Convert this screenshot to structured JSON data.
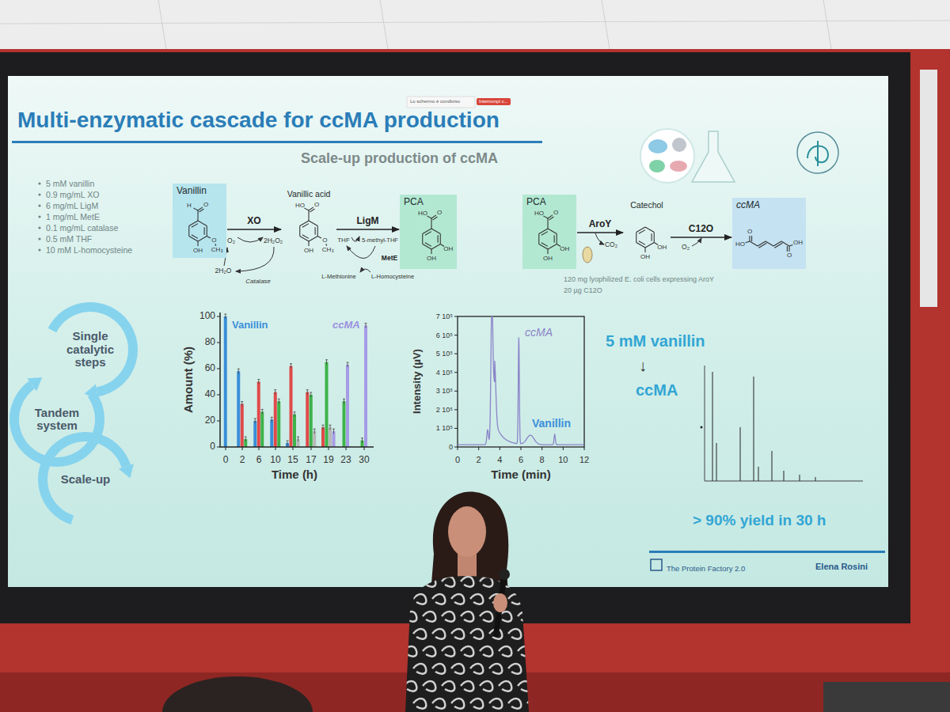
{
  "diagram": {
    "title": "Multi-enzymatic cascade for ccMA production",
    "nodes": [
      {
        "text": [
          "Vanillin"
        ]
      },
      {
        "text": [
          "Vanillic acid"
        ]
      },
      {
        "text": [
          "PCA"
        ]
      },
      {
        "text": [
          "PCA"
        ]
      },
      {
        "text": [
          "Catechol"
        ]
      },
      {
        "text": [
          "ccMA"
        ]
      },
      {
        "text": [
          "Single catalytic steps"
        ]
      },
      {
        "text": [
          "Tandem system"
        ]
      },
      {
        "text": [
          "Scale-up"
        ]
      }
    ],
    "edges": [
      {
        "from": 0,
        "to": 1,
        "label": "XO",
        "arrow": "to"
      },
      {
        "from": 1,
        "to": 2,
        "label": "LigM",
        "arrow": "to"
      },
      {
        "from": 3,
        "to": 4,
        "label": "AroY",
        "arrow": "to"
      },
      {
        "from": 4,
        "to": 5,
        "label": "C12O",
        "arrow": "to"
      }
    ],
    "labels": [
      "Lo schermo è condiviso",
      "Interrompi c...",
      "Scale-up production of ccMA",
      "5 mM vanillin",
      "0.9 mg/mL XO",
      "6 mg/mL LigM",
      "1 mg/mL MetE",
      "0.1 mg/mL catalase",
      "0.5 mM THF",
      "10 mM L-homocysteine",
      "H",
      "O",
      "OH",
      "O",
      "CH₃",
      "O₂",
      "2H₂O₂",
      "2H₂O",
      "Catalase",
      "HO",
      "O",
      "OH",
      "O",
      "CH₃",
      "THF",
      "5-methyl-THF",
      "MetE",
      "L-Methionine",
      "L-Homocysteine",
      "HO",
      "O",
      "OH",
      "OH",
      "HO",
      "O",
      "OH",
      "OH",
      "CO₂",
      "OH",
      "OH",
      "O₂",
      "HO",
      "O",
      "O",
      "OH",
      "120 mg lyophilized E. coli cells expressing AroY",
      "20 µg C12O",
      "Amount (%)",
      "100",
      "80",
      "60",
      "40",
      "20",
      "0",
      "0",
      "2",
      "6",
      "10",
      "15",
      "17",
      "19",
      "23",
      "30",
      "Time (h)",
      "Vanillin",
      "ccMA",
      "Intensity (µV)",
      "7 10⁵",
      "6 10⁵",
      "5 10⁵",
      "4 10⁵",
      "3 10⁵",
      "2 10⁵",
      "1 10⁵",
      "0",
      "0",
      "2",
      "4",
      "6",
      "8",
      "10",
      "12",
      "Time (min)",
      "ccMA",
      "Vanillin",
      "5 mM vanillin",
      "↓",
      "ccMA",
      "> 90% yield in 30 h",
      "The Protein Factory 2.0",
      "Elena Rosini"
    ]
  }
}
